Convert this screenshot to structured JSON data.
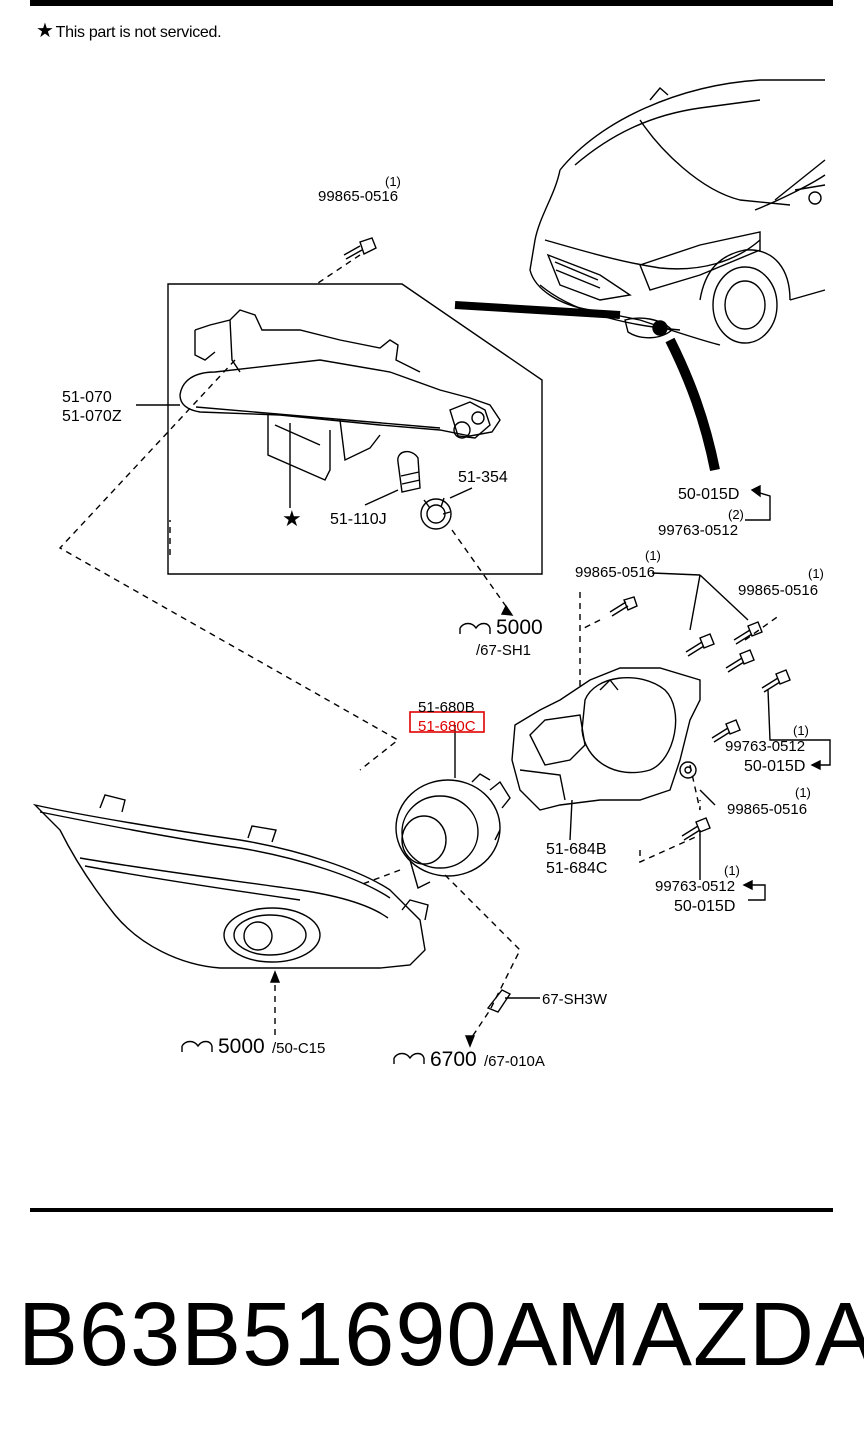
{
  "header": {
    "note_symbol": "★",
    "note_text": "This part is not serviced."
  },
  "callouts": {
    "bolt_top_qty": "(1)",
    "bolt_top_part": "99865-0516",
    "drl_unit_1": "51-070",
    "drl_unit_2": "51-070Z",
    "bulb": "51-110J",
    "socket": "51-354",
    "ref_5000_a_num": "5000",
    "ref_5000_a_sub": "/67-SH1",
    "fog_lamp_1": "51-680B",
    "fog_lamp_2": "51-680C",
    "bracket_1": "51-684B",
    "bracket_2": "51-684C",
    "clip_a": "50-015D",
    "clip_a_qty": "(2)",
    "screw_a": "99763-0512",
    "bolt_left_qty": "(1)",
    "bolt_left": "99865-0516",
    "bolt_right_qty": "(1)",
    "bolt_right": "99865-0516",
    "screw_b_qty": "(1)",
    "screw_b": "99763-0512",
    "clip_b": "50-015D",
    "bolt_mid_qty": "(1)",
    "bolt_mid": "99865-0516",
    "screw_c_qty": "(1)",
    "screw_c": "99763-0512",
    "clip_c": "50-015D",
    "connector": "67-SH3W",
    "ref_5000_b_num": "5000",
    "ref_5000_b_sub": "/50-C15",
    "ref_6700_num": "6700",
    "ref_6700_sub": "/67-010A"
  },
  "highlight_color": "#e00000",
  "footer": {
    "part_number": "B63B51690A",
    "brand": "MAZDA"
  }
}
